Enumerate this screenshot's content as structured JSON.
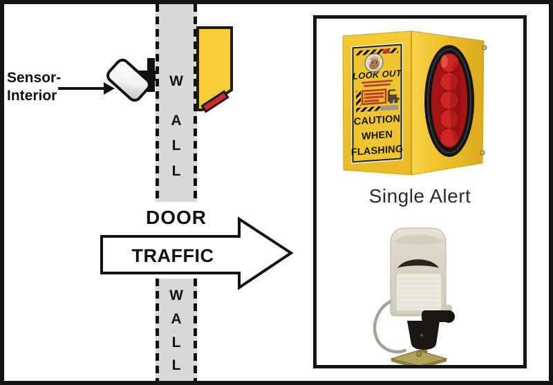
{
  "diagram": {
    "sensor_label": {
      "line1": "Sensor-",
      "line2": "Interior"
    },
    "door_label": "DOOR",
    "traffic_label": "TRAFFIC",
    "wall_top_letters": [
      "W",
      "A",
      "L",
      "L"
    ],
    "wall_bottom_letters": [
      "W",
      "A",
      "L",
      "L"
    ],
    "colors": {
      "wall_gray": "#d8d8d8",
      "alert_box_yellow": "#f9cd3a",
      "led_stripe_red": "#d2282c",
      "outline_black": "#1a1a1a"
    }
  },
  "panel": {
    "caption": "Single Alert",
    "alert_box": {
      "brand": "LOOK OUT",
      "caution_lines": [
        "CAUTION",
        "WHEN",
        "FLASHING"
      ],
      "colors": {
        "box_yellow": "#eec52f",
        "lens_red": "#c21f1f",
        "bezel_black": "#141414"
      }
    },
    "motion_sensor": {
      "colors": {
        "body_beige": "#dcd5c6",
        "bracket_black": "#1b1612",
        "base_brass": "#b2a457"
      }
    }
  }
}
